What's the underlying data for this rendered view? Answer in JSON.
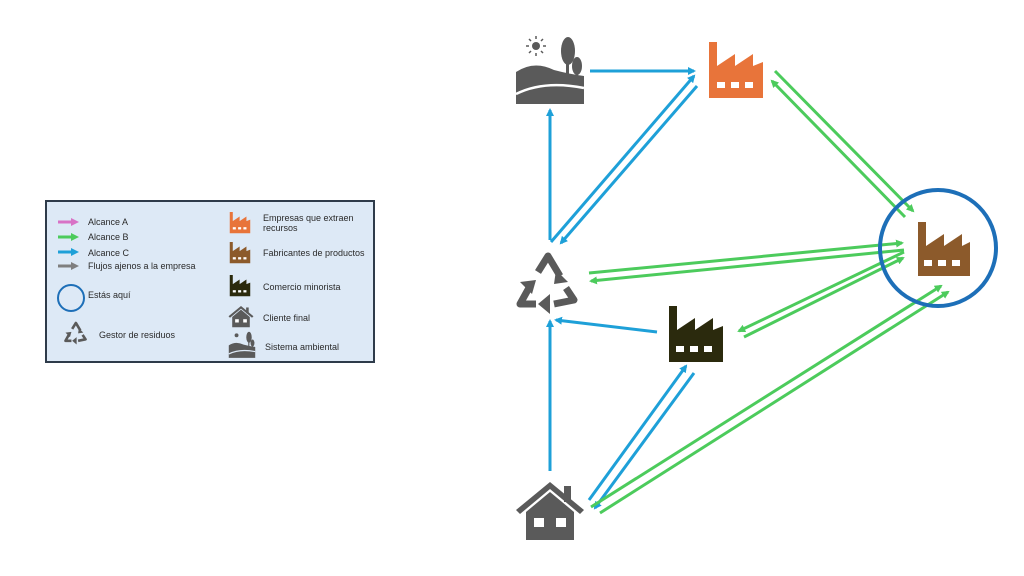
{
  "colors": {
    "scope_a": "#d872c6",
    "scope_b": "#4ccb5c",
    "scope_c": "#1ea0d8",
    "external": "#7f7f7f",
    "you_are_here": "#1d6fb8",
    "extractor": "#e8743a",
    "manufacturer": "#8c5a2b",
    "retailer": "#2b2a0d",
    "customer": "#5a5a5a",
    "environment": "#5a5a5a",
    "waste": "#5a5a5a",
    "legend_bg": "#dde9f6",
    "legend_border": "#2e3b4a"
  },
  "legend": {
    "items_left": [
      {
        "label": "Alcance A",
        "icon": "arrow-pink"
      },
      {
        "label": "Alcance B",
        "icon": "arrow-green"
      },
      {
        "label": "Alcance C",
        "icon": "arrow-blue"
      },
      {
        "label": "Flujos ajenos a la empresa",
        "icon": "arrow-gray"
      },
      {
        "label": "Estás aquí",
        "icon": "circle-outline"
      },
      {
        "label": "Gestor de residuos",
        "icon": "recycle-icon"
      }
    ],
    "items_right": [
      {
        "label": "Empresas que extraen recursos",
        "icon": "factory-orange"
      },
      {
        "label": "Fabricantes de productos",
        "icon": "factory-brown"
      },
      {
        "label": "Comercio minorista",
        "icon": "factory-dark"
      },
      {
        "label": "Cliente final",
        "icon": "house-icon"
      },
      {
        "label": "Sistema ambiental",
        "icon": "landscape-icon"
      }
    ]
  },
  "nodes": [
    {
      "id": "environment",
      "label": "Sistema ambiental",
      "icon": "landscape-icon"
    },
    {
      "id": "extractor",
      "label": "Empresas que extraen recursos",
      "icon": "factory-icon"
    },
    {
      "id": "manufacturer",
      "label": "Fabricantes de productos",
      "icon": "factory-icon",
      "highlight": "Estás aquí"
    },
    {
      "id": "waste",
      "label": "Gestor de residuos",
      "icon": "recycle-icon"
    },
    {
      "id": "retailer",
      "label": "Comercio minorista",
      "icon": "factory-icon"
    },
    {
      "id": "customer",
      "label": "Cliente final",
      "icon": "house-icon"
    }
  ],
  "edges": [
    {
      "from": "environment",
      "to": "extractor",
      "scope": "C"
    },
    {
      "from": "waste",
      "to": "environment",
      "scope": "C"
    },
    {
      "from": "waste",
      "to": "extractor",
      "scope": "C"
    },
    {
      "from": "extractor",
      "to": "waste",
      "scope": "C"
    },
    {
      "from": "extractor",
      "to": "manufacturer",
      "scope": "B"
    },
    {
      "from": "manufacturer",
      "to": "extractor",
      "scope": "B"
    },
    {
      "from": "waste",
      "to": "manufacturer",
      "scope": "B"
    },
    {
      "from": "manufacturer",
      "to": "waste",
      "scope": "B"
    },
    {
      "from": "retailer",
      "to": "manufacturer",
      "scope": "B"
    },
    {
      "from": "manufacturer",
      "to": "retailer",
      "scope": "B"
    },
    {
      "from": "customer",
      "to": "manufacturer",
      "scope": "B"
    },
    {
      "from": "retailer",
      "to": "waste",
      "scope": "C"
    },
    {
      "from": "customer",
      "to": "waste",
      "scope": "C"
    },
    {
      "from": "customer",
      "to": "retailer",
      "scope": "C"
    },
    {
      "from": "retailer",
      "to": "customer",
      "scope": "C"
    }
  ]
}
